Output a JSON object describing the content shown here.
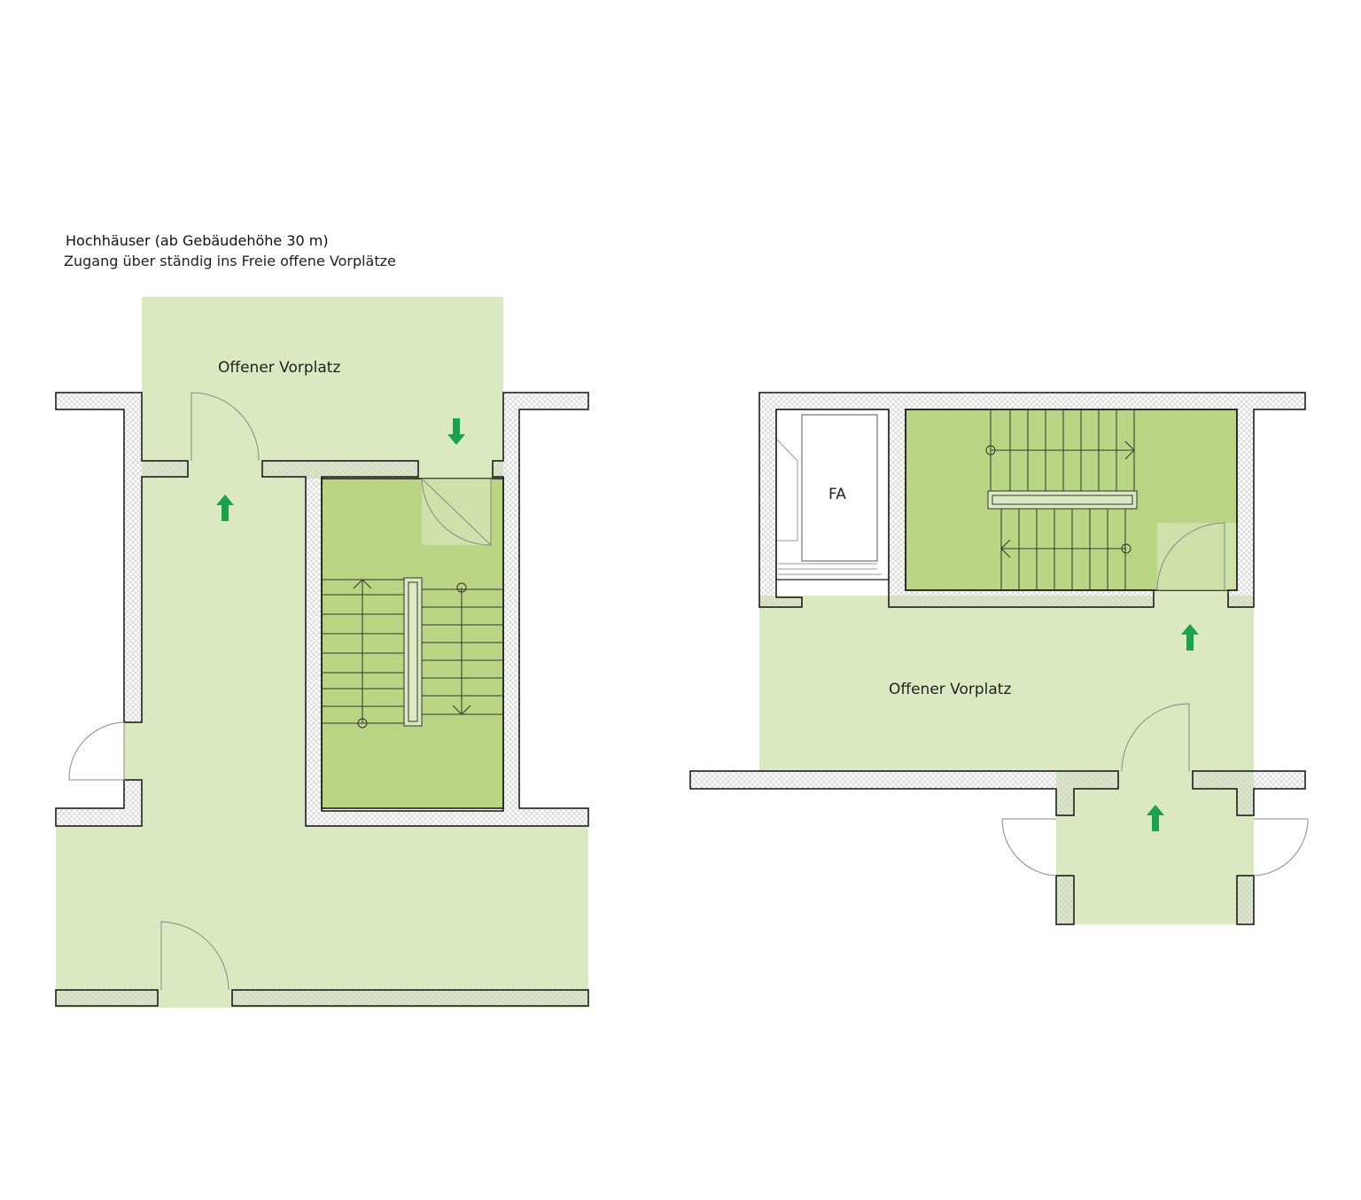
{
  "header": {
    "title": "Hochhäuser (ab Gebäudehöhe 30 m)",
    "subtitle": "Zugang über ständig ins Freie offene Vorplätze"
  },
  "plan_left": {
    "vorplatz_label": "Offener Vorplatz"
  },
  "plan_right": {
    "vorplatz_label": "Offener Vorplatz",
    "lift_label": "FA"
  },
  "colors": {
    "light_green": "#dbe9c1",
    "stair_green": "#b9d482",
    "arrow_green": "#1aa34a",
    "wall_line": "#111111",
    "wall_hatch": "#d4d4d4"
  }
}
